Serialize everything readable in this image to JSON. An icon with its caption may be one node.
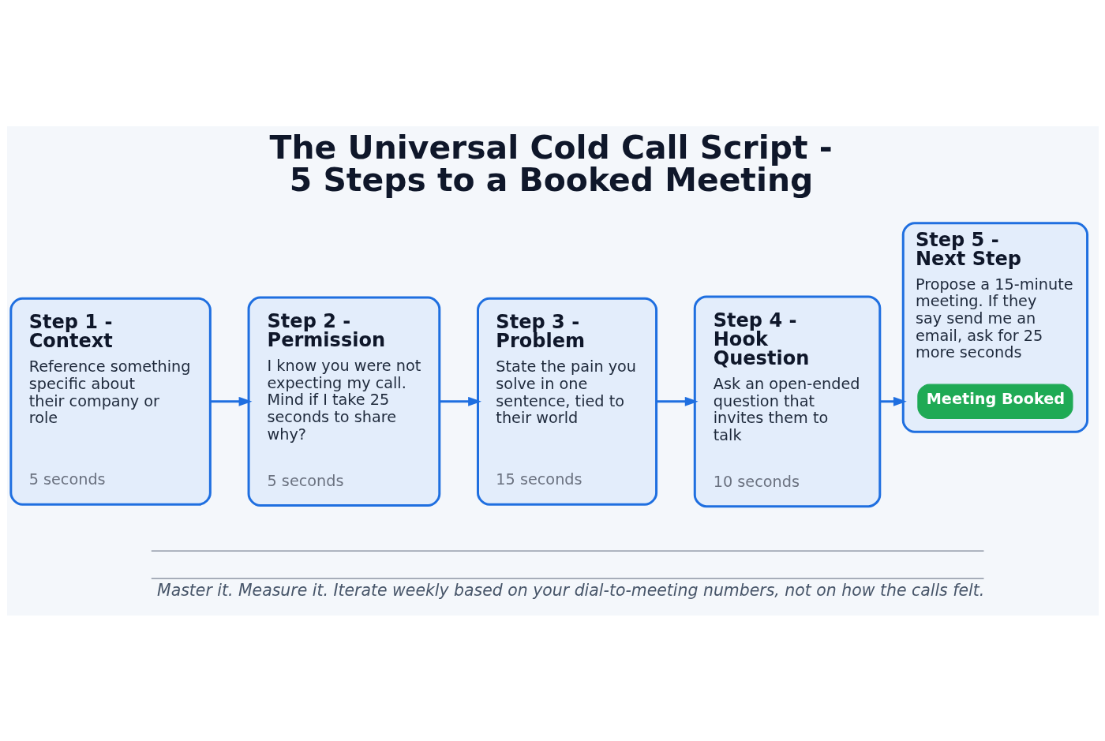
{
  "diagram": {
    "title": "The Universal Cold Call Script - 5 Steps to a Booked Meeting",
    "caption": "Master it. Measure it. Iterate weekly based on your dial-to-meeting numbers, not on how the calls felt.",
    "nodes": [
      {
        "text": [
          "Step 1 - Context",
          "Reference something specific about their company or role",
          "5 seconds"
        ]
      },
      {
        "text": [
          "Step 2 - Permission",
          "I know you were not expecting my call. Mind if I take 25 seconds to share why?",
          "5 seconds"
        ]
      },
      {
        "text": [
          "Step 3 - Problem",
          "State the pain you solve in one sentence, tied to their world",
          "15 seconds"
        ]
      },
      {
        "text": [
          "Step 4 - Hook Question",
          "Ask an open-ended question that invites them to talk",
          "10 seconds"
        ]
      },
      {
        "text": [
          "Step 5 - Next Step",
          "Propose a 15-minute meeting. If they say send me an email, ask for 25 more seconds"
        ]
      },
      {
        "text": [
          "Meeting Booked"
        ],
        "in": 4
      }
    ],
    "edges": [
      {
        "from": 0,
        "to": 1,
        "arrow": "to"
      },
      {
        "from": 1,
        "to": 2,
        "arrow": "to"
      },
      {
        "from": 2,
        "to": 3,
        "arrow": "to"
      },
      {
        "from": 3,
        "to": 4,
        "arrow": "to"
      }
    ]
  }
}
